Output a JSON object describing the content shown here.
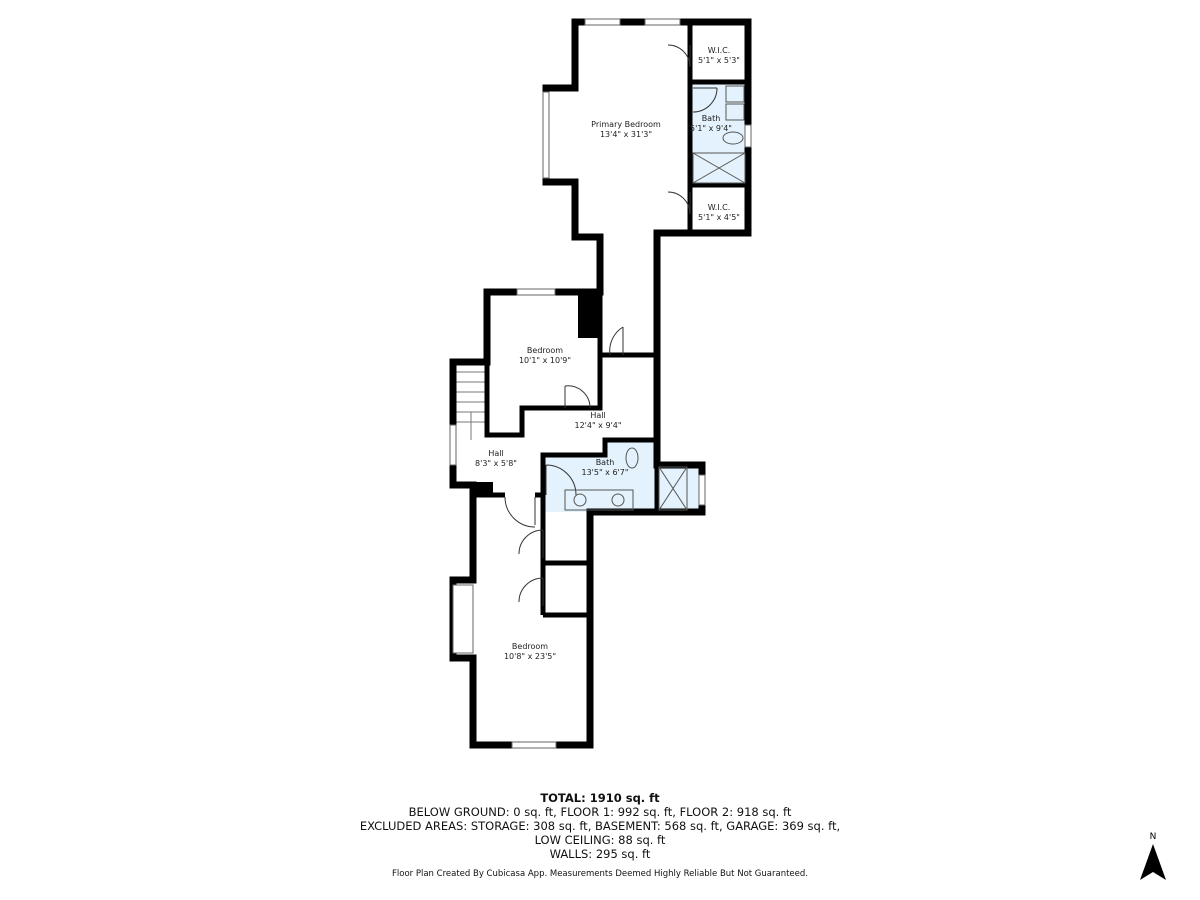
{
  "rooms": [
    {
      "name": "W.I.C.",
      "size": "5'1\" x 5'3\""
    },
    {
      "name": "Primary Bedroom",
      "size": "13'4\" x 31'3\""
    },
    {
      "name": "Bath",
      "size": "5'1\" x 9'4\""
    },
    {
      "name": "W.I.C.",
      "size": "5'1\" x 4'5\""
    },
    {
      "name": "Bedroom",
      "size": "10'1\" x 10'9\""
    },
    {
      "name": "Hall",
      "size": "12'4\" x 9'4\""
    },
    {
      "name": "Hall",
      "size": "8'3\" x 5'8\""
    },
    {
      "name": "Bath",
      "size": "13'5\" x 6'7\""
    },
    {
      "name": "Bedroom",
      "size": "10'8\" x 23'5\""
    }
  ],
  "summary": {
    "total": "TOTAL: 1910 sq. ft",
    "line1": "BELOW GROUND: 0 sq. ft, FLOOR 1: 992 sq. ft, FLOOR 2: 918 sq. ft",
    "line2": "EXCLUDED AREAS: STORAGE: 308 sq. ft, BASEMENT: 568 sq. ft, GARAGE: 369 sq. ft,",
    "line3": "LOW CEILING: 88 sq. ft",
    "line4": "WALLS: 295 sq. ft"
  },
  "credit": "Floor Plan Created By Cubicasa App. Measurements Deemed Highly Reliable But Not Guaranteed.",
  "compass": {
    "label": "N",
    "icon": "north-arrow-icon"
  },
  "colors": {
    "wall": "#000000",
    "bath_fill": "#e3f2fc",
    "background": "#ffffff"
  }
}
